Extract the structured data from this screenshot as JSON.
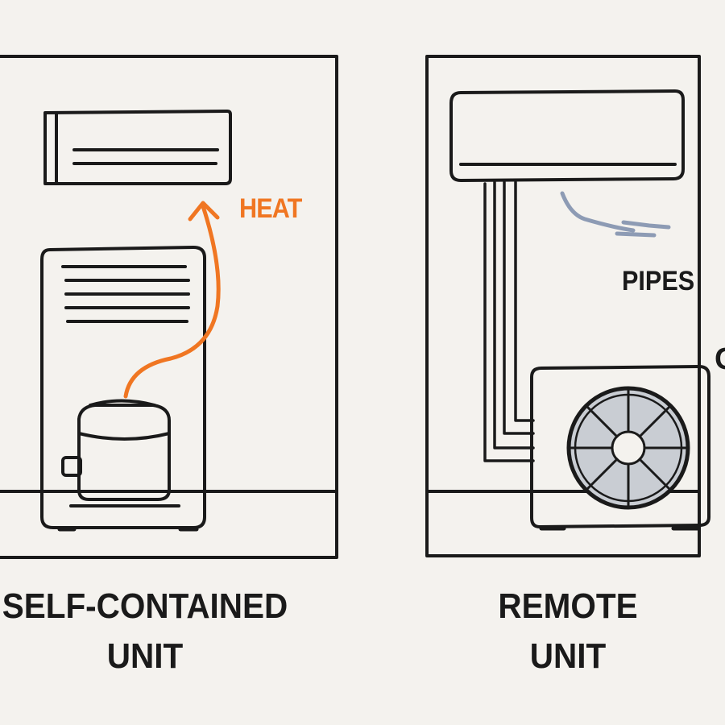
{
  "diagram": {
    "left_panel": {
      "heat_label": "HEAT",
      "caption_line1": "SELF-CONTAINED",
      "caption_line2": "UNIT"
    },
    "right_panel": {
      "pipes_label": "PIPES",
      "clipped_label": "C",
      "caption_line1": "REMOTE",
      "caption_line2": "UNIT"
    }
  },
  "colors": {
    "background": "#f4f2ee",
    "stroke": "#1a1a1a",
    "heat_arrow": "#f07622",
    "fan_fill": "#c9cdd3",
    "airflow": "#8d9bb4"
  },
  "icons": {
    "indoor_unit": "wall-mounted-ac-icon",
    "compressor": "compressor-icon",
    "outdoor_unit": "condenser-fan-icon"
  }
}
